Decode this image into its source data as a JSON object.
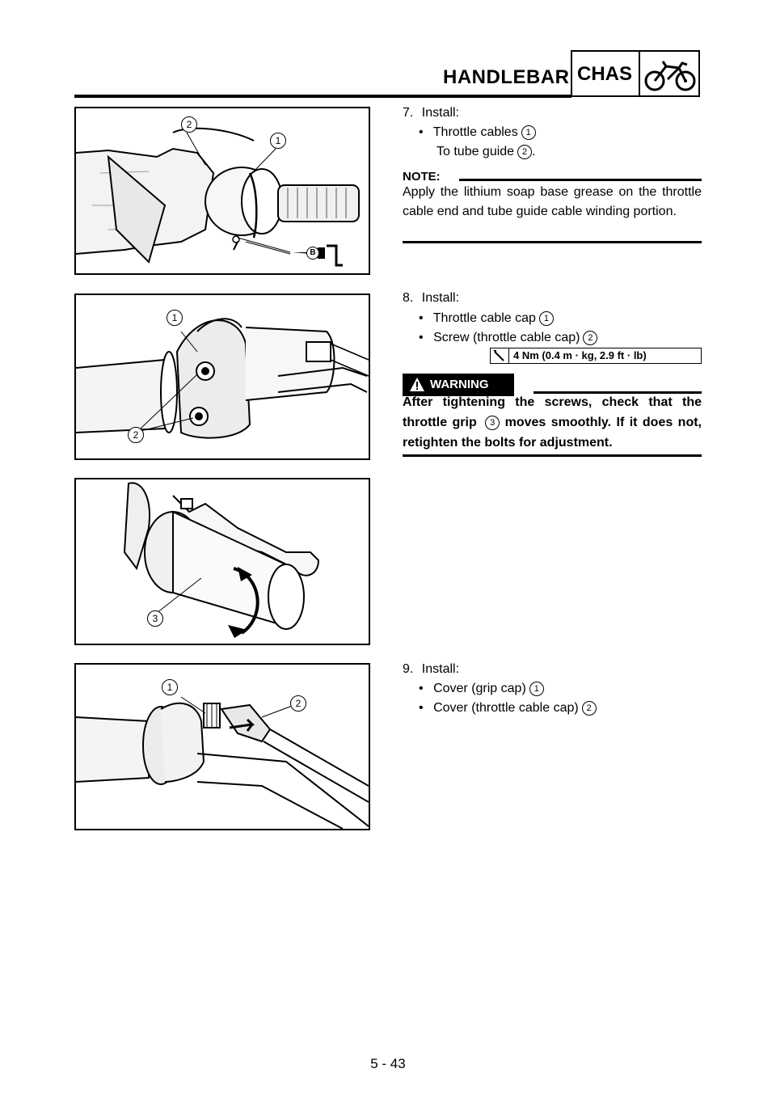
{
  "header": {
    "title": "HANDLEBAR",
    "section": "CHAS"
  },
  "steps": [
    {
      "number": "7.",
      "verb": "Install:",
      "items": [
        {
          "text": "Throttle cables",
          "ref": "1"
        }
      ],
      "sub": {
        "text": "To tube guide",
        "ref": "2",
        "suffix": "."
      },
      "note": {
        "label": "NOTE:",
        "text": "Apply the lithium soap base grease on the throttle cable end and tube guide cable winding portion."
      }
    },
    {
      "number": "8.",
      "verb": "Install:",
      "items": [
        {
          "text": "Throttle cable cap",
          "ref": "1"
        },
        {
          "text": "Screw (throttle cable cap)",
          "ref": "2"
        }
      ],
      "torque": "4 Nm (0.4 m · kg, 2.9 ft · lb)",
      "warning": {
        "label": "WARNING",
        "text_a": "After tightening the screws, check that the throttle grip",
        "ref": "3",
        "text_b": "moves smoothly. If it does not, retighten the bolts for adjustment."
      }
    },
    {
      "number": "9.",
      "verb": "Install:",
      "items": [
        {
          "text": "Cover (grip cap)",
          "ref": "1"
        },
        {
          "text": "Cover (throttle cable cap)",
          "ref": "2"
        }
      ]
    }
  ],
  "figures": [
    {
      "callouts": [
        "2",
        "1"
      ],
      "grease_mark": "B"
    },
    {
      "callouts": [
        "1",
        "2"
      ]
    },
    {
      "callouts": [
        "3"
      ]
    },
    {
      "callouts": [
        "1",
        "2"
      ]
    }
  ],
  "footer": {
    "page": "5 - 43"
  }
}
